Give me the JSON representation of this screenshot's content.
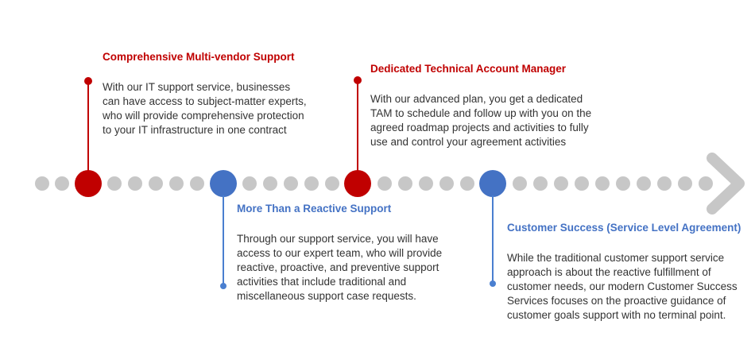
{
  "milestones": [
    {
      "title": "Comprehensive Multi-vendor Support",
      "body": "With our IT support service, businesses can have access to subject-matter experts, who will provide comprehensive protection to your IT infrastructure in one contract",
      "color": "#c00000"
    },
    {
      "title": "More Than a Reactive Support",
      "body": "Through our support service, you will have access to our expert team, who will provide reactive, proactive, and preventive support activities that include traditional and miscellaneous support case requests.",
      "color": "#4472c4"
    },
    {
      "title": "Dedicated Technical Account Manager",
      "body": "With our advanced plan, you get a dedicated TAM to schedule and follow up with you on the agreed roadmap projects and activities to fully use and control your agreement activities",
      "color": "#c00000"
    },
    {
      "title": "Customer Success (Service Level Agreement)",
      "body": "While the traditional customer support service approach is about the reactive fulfillment of customer needs, our modern Customer Success Services focuses on the proactive guidance of customer goals support with no terminal point.",
      "color": "#4472c4"
    }
  ],
  "colors": {
    "track_dot": "#c7c7c7",
    "arrow": "#c7c7c7"
  }
}
